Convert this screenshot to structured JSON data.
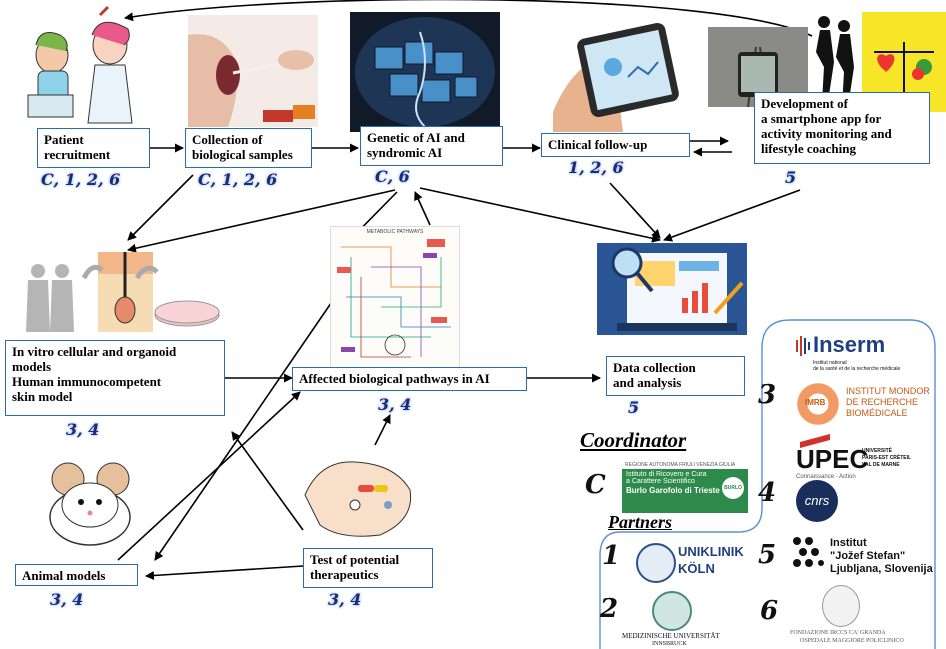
{
  "boxes": {
    "patient": [
      "Patient",
      "recruitment"
    ],
    "samples": [
      "Collection of",
      "biological samples"
    ],
    "genetic": [
      "Genetic of AI and",
      "syndromic AI"
    ],
    "clinical": [
      "Clinical follow-up"
    ],
    "smartphone": [
      "Development of",
      "a smartphone app for",
      "activity monitoring and",
      "lifestyle coaching"
    ],
    "invitro": [
      "In vitro cellular and organoid",
      "models",
      "Human immunocompetent",
      "skin model"
    ],
    "pathways": [
      "Affected biological pathways in AI"
    ],
    "data": [
      "Data collection",
      "and analysis"
    ],
    "animal": [
      "Animal models"
    ],
    "therapeutics": [
      "Test of potential",
      "therapeutics"
    ]
  },
  "partner_numbers": {
    "patient": "C, 1, 2, 6",
    "samples": "C, 1, 2, 6",
    "genetic": "C, 6",
    "clinical": "1, 2, 6",
    "smartphone": "5",
    "invitro": "3, 4",
    "pathways": "3, 4",
    "data": "5",
    "animal": "3, 4",
    "therapeutics": "3, 4"
  },
  "pathway_map_title": "METABOLIC PATHWAYS",
  "coordinator": {
    "heading": "Coordinator",
    "letter": "C",
    "line1": "REGIONE AUTONOMA FRIULI VENEZIA GIULIA",
    "line2": "Istituto di Ricovero e Cura",
    "line3": "a Carattere Scientifico",
    "line4": "Burlo Garofolo di Trieste",
    "badge": "BURLO"
  },
  "partners_heading": "Partners",
  "partners": {
    "p1": {
      "num": "1",
      "name1": "UNIKLINIK",
      "name2": "KÖLN"
    },
    "p2": {
      "num": "2",
      "name1": "MEDIZINISCHE UNIVERSITÄT",
      "name2": "INNSBRUCK"
    },
    "p3": {
      "num": "3",
      "inserm": "Inserm",
      "inserm_sub1": "Institut national",
      "inserm_sub2": "de la santé et de la recherche médicale",
      "imrb_tag": "IMRB",
      "imrb1": "INSTITUT MONDOR",
      "imrb2": "DE RECHERCHE",
      "imrb3": "BIOMÉDICALE",
      "upec": "UPEC",
      "upec_sub1": "UNIVERSITÉ",
      "upec_sub2": "PARIS-EST CRÉTEIL",
      "upec_sub3": "VAL DE MARNE",
      "upec_tag": "Connaissance - Action"
    },
    "p4": {
      "num": "4",
      "name": "cnrs"
    },
    "p5": {
      "num": "5",
      "name1": "Institut",
      "name2": "\"Jožef Stefan\"",
      "name3": "Ljubljana, Slovenija"
    },
    "p6": {
      "num": "6",
      "name1": "FONDAZIONE IRCCS CA' GRANDA",
      "name2": "OSPEDALE MAGGIORE POLICLINICO"
    }
  },
  "colors": {
    "box_border": "#2b6cb0",
    "number_glow": "#9fc0ff",
    "number_text": "#1c2c6e",
    "panel_border": "#5b8fd6"
  }
}
